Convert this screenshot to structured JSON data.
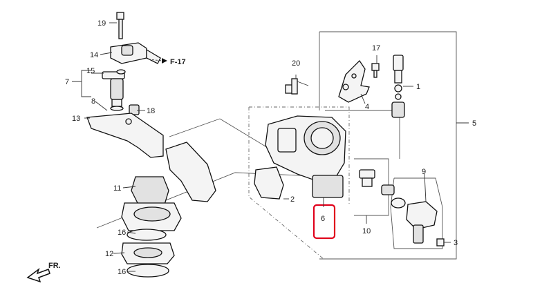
{
  "callouts": {
    "c1": "1",
    "c2": "2",
    "c3": "3",
    "c4": "4",
    "c5": "5",
    "c6": "6",
    "c7": "7",
    "c8": "8",
    "c9": "9",
    "c10": "10",
    "c11": "11",
    "c12": "12",
    "c13": "13",
    "c14": "14",
    "c15": "15",
    "c16a": "16",
    "c16b": "16",
    "c17": "17",
    "c18": "18",
    "c19": "19",
    "c20": "20"
  },
  "reference": "F-17",
  "direction": "FR.",
  "colors": {
    "highlight": "#e0001b",
    "line": "#111111",
    "frame": "#555555"
  }
}
